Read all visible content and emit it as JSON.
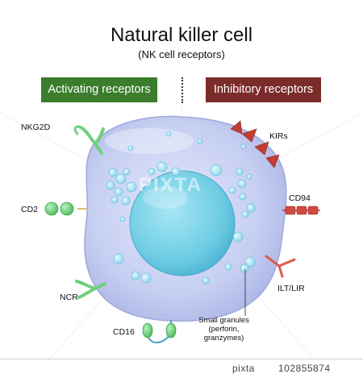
{
  "title": "Natural killer cell",
  "subtitle": "(NK cell receptors)",
  "activating": {
    "label": "Activating receptors",
    "color": "#3a7d2c"
  },
  "inhibitory": {
    "label": "Inhibitory receptors",
    "color": "#7c2b2b"
  },
  "receptors": {
    "nkg2d": "NKG2D",
    "cd2": "CD2",
    "ncr": "NCR",
    "cd16": "CD16",
    "kirs": "KIRs",
    "cd94": "CD94",
    "ilt_lir": "ILT/LIR"
  },
  "granules_note": {
    "line1": "Small granules",
    "line2": "(perforin,",
    "line3": "granzymes)"
  },
  "watermark": "PIXTA",
  "footer": {
    "brand": "pixta",
    "id": "102855874"
  },
  "colors": {
    "cell_body": "#c5cdf0",
    "nucleus": "#74cfe6",
    "granule": "#a9e3f2",
    "receptor_green": "#6fd07a",
    "receptor_red": "#d34a3a"
  }
}
